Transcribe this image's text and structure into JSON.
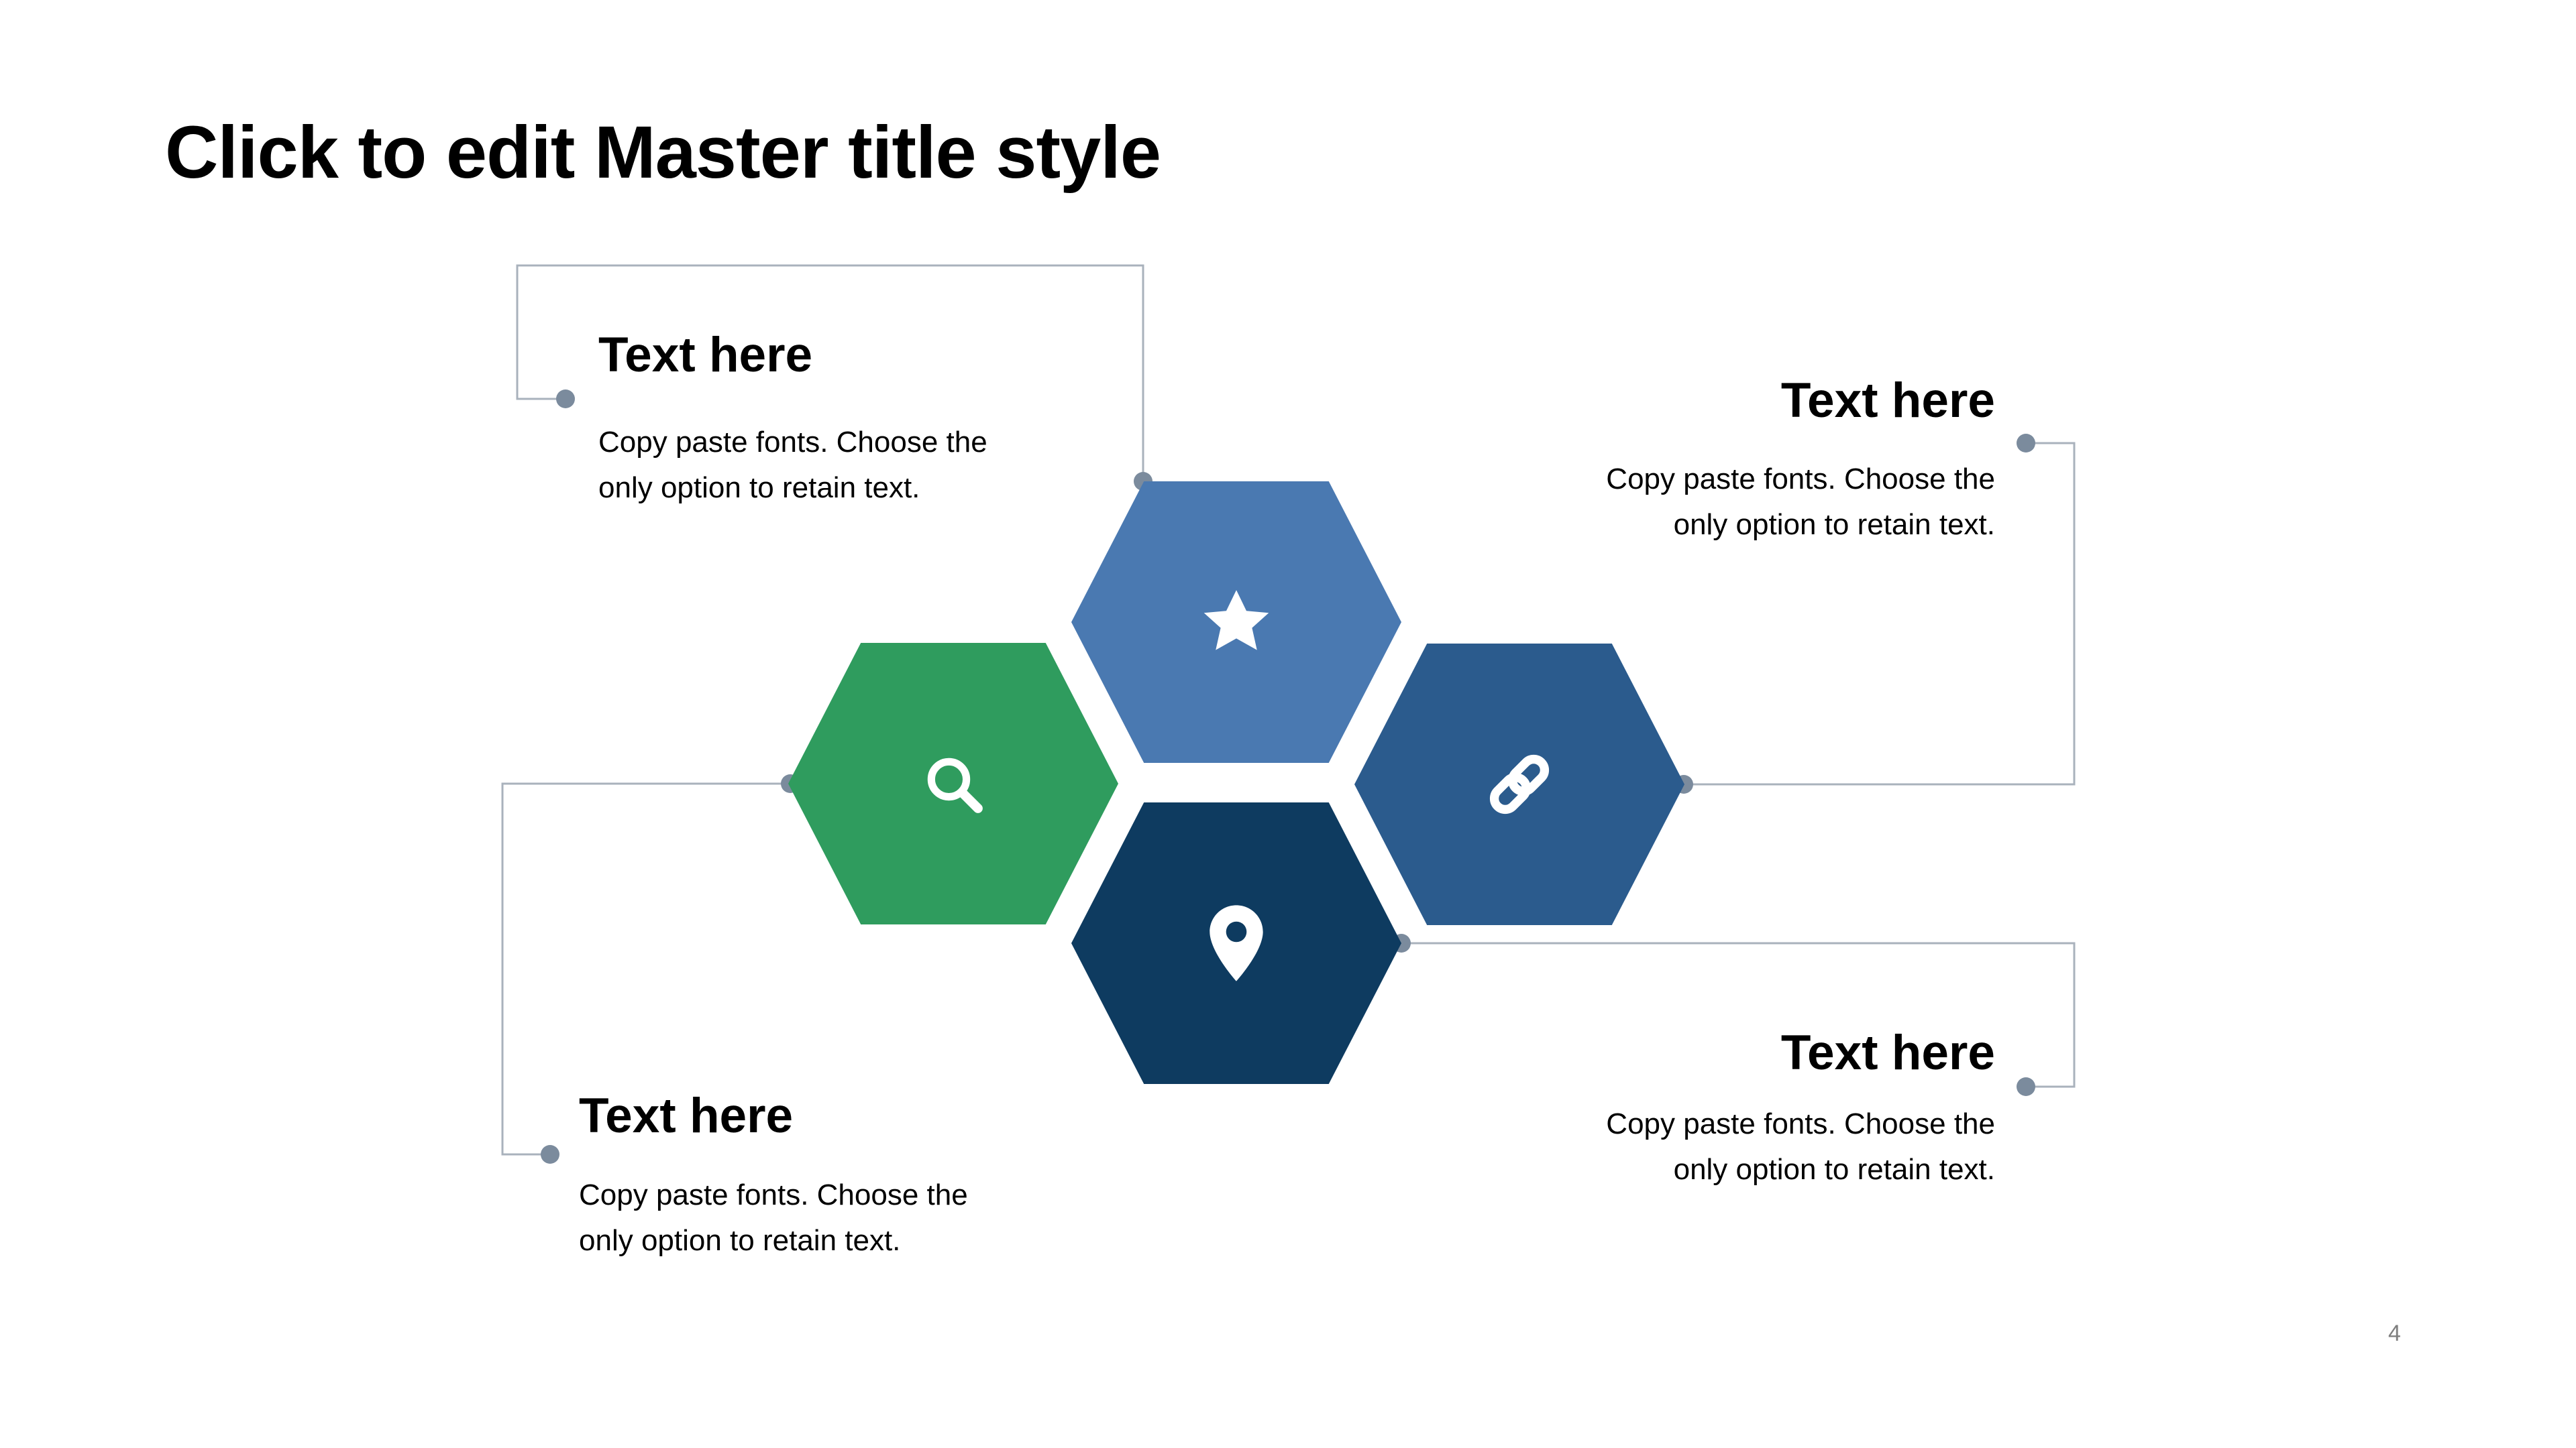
{
  "slide": {
    "title": "Click to edit Master title style",
    "page_number": "4"
  },
  "callouts": [
    {
      "position": "top-left",
      "heading": "Text here",
      "body_lines": [
        "Copy paste fonts. Choose the",
        "only option to retain text."
      ]
    },
    {
      "position": "bottom-left",
      "heading": "Text here",
      "body_lines": [
        "Copy paste fonts. Choose the",
        "only option to retain text."
      ]
    },
    {
      "position": "top-right",
      "heading": "Text here",
      "body_lines": [
        "Copy paste fonts. Choose the",
        "only option to retain text."
      ]
    },
    {
      "position": "bottom-right",
      "heading": "Text here",
      "body_lines": [
        "Copy paste fonts. Choose the",
        "only option to retain text."
      ]
    }
  ],
  "hexagons": [
    {
      "label": "star",
      "icon": "star-icon",
      "color": "#4a79b1"
    },
    {
      "label": "search",
      "icon": "search-icon",
      "color": "#2f9c5e"
    },
    {
      "label": "link",
      "icon": "link-icon",
      "color": "#2b5b8d"
    },
    {
      "label": "location",
      "icon": "location-pin-icon",
      "color": "#0e3b60"
    }
  ],
  "colors": {
    "background": "#ffffff",
    "title_text": "#000000",
    "body_text": "#000000",
    "connector_line": "#a9b2bc",
    "connector_dot": "#7b8b9d",
    "icon": "#ffffff",
    "page_number_text": "#7f7f7f"
  }
}
